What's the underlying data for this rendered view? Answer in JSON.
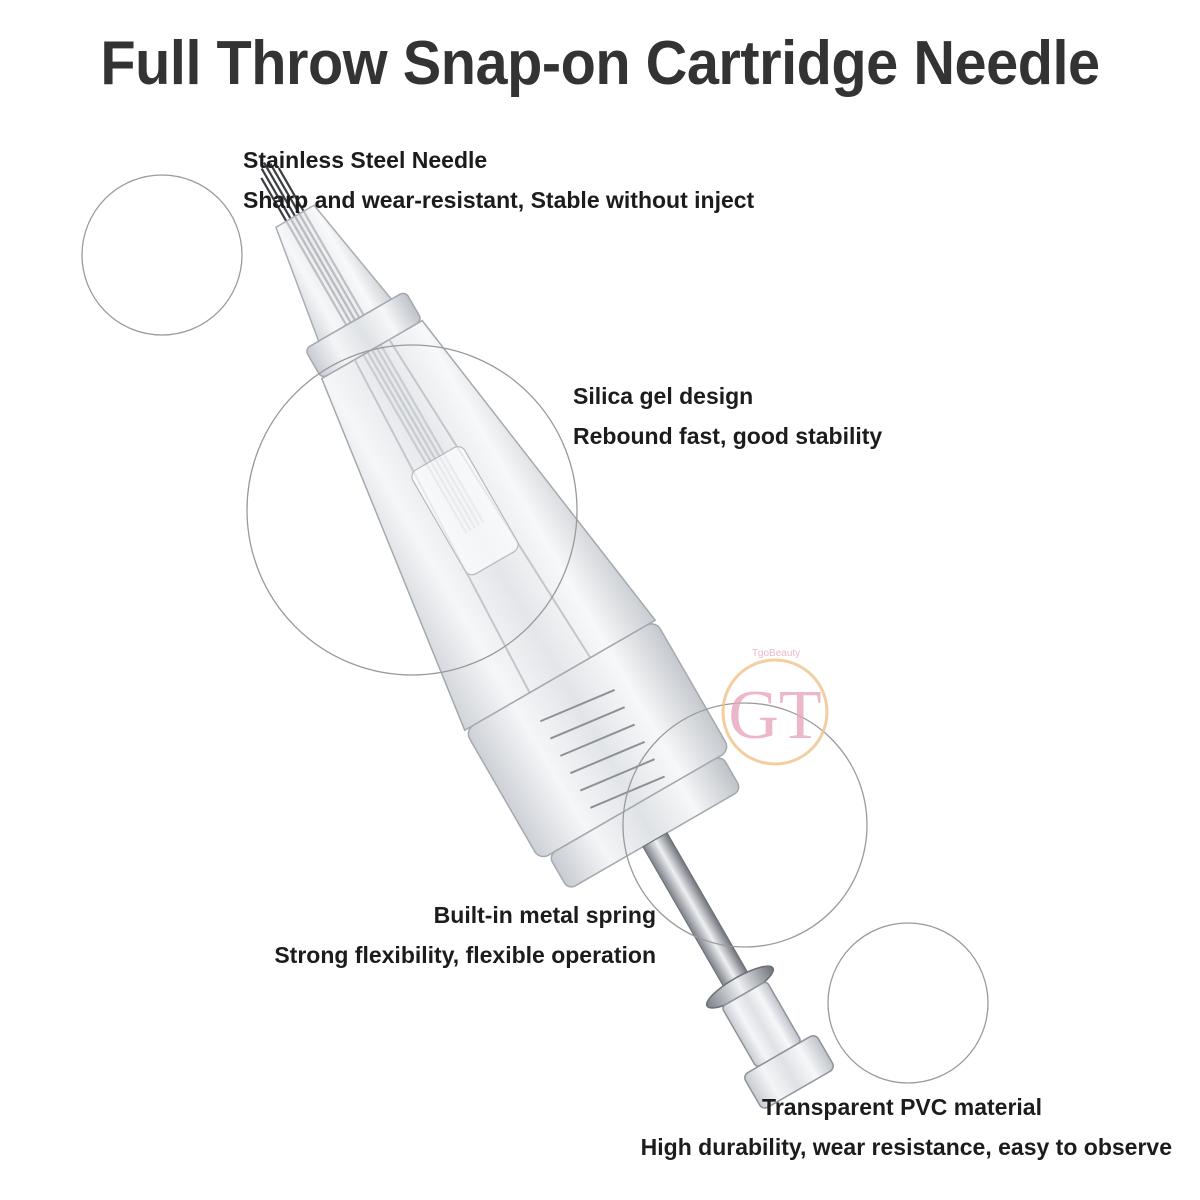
{
  "title": "Full Throw Snap-on Cartridge Needle",
  "callouts": [
    {
      "heading": "Stainless Steel Needle",
      "detail": "Sharp and wear-resistant, Stable without inject"
    },
    {
      "heading": "Silica gel design",
      "detail": "Rebound fast, good stability"
    },
    {
      "heading": "Built-in metal spring",
      "detail": "Strong flexibility, flexible operation"
    },
    {
      "heading": "Transparent PVC material",
      "detail": "High durability, wear resistance, easy to observe"
    }
  ],
  "watermark": {
    "monogram": "GT",
    "text": "TgoBeauty"
  },
  "colors": {
    "title": "#333333",
    "text": "#1c1c1c",
    "circle": "#9a9a9a",
    "plastic": "#d9dce0",
    "needle": "#3a3d42",
    "watermark": "#e8a6bf"
  }
}
